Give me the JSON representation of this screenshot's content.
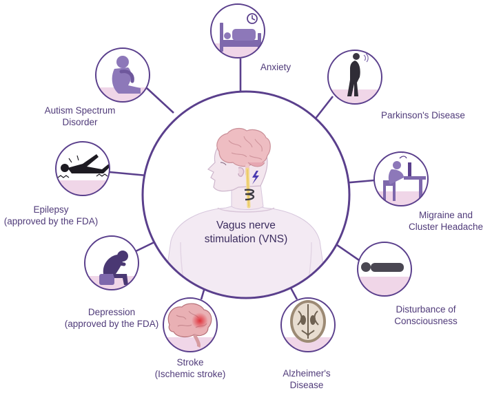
{
  "center": {
    "label": "Vagus nerve\nstimulation (VNS)"
  },
  "conditions": {
    "anxiety": "Anxiety",
    "parkinsons": "Parkinson's Disease",
    "migraine": "Migraine and\nCluster Headache",
    "consciousness": "Disturbance of\nConsciousness",
    "alzheimers": "Alzheimer's\nDisease",
    "stroke": "Stroke\n(Ischemic stroke)",
    "depression": "Depression\n(approved by the FDA)",
    "epilepsy": "Epilepsy\n(approved by the FDA)",
    "autism": "Autism Spectrum\nDisorder"
  },
  "colors": {
    "ring": "#5a3f8c",
    "ground": "#f0d6e8",
    "figure": "#7e68ac",
    "label": "#4f3a79"
  },
  "icons": [
    "bed-clock-icon",
    "parkinsons-figure-icon",
    "headache-desk-icon",
    "lying-figure-icon",
    "brain-mri-icon",
    "stroke-brain-icon",
    "sitting-head-in-hands-icon",
    "seizure-figure-icon",
    "hugging-knees-icon"
  ]
}
